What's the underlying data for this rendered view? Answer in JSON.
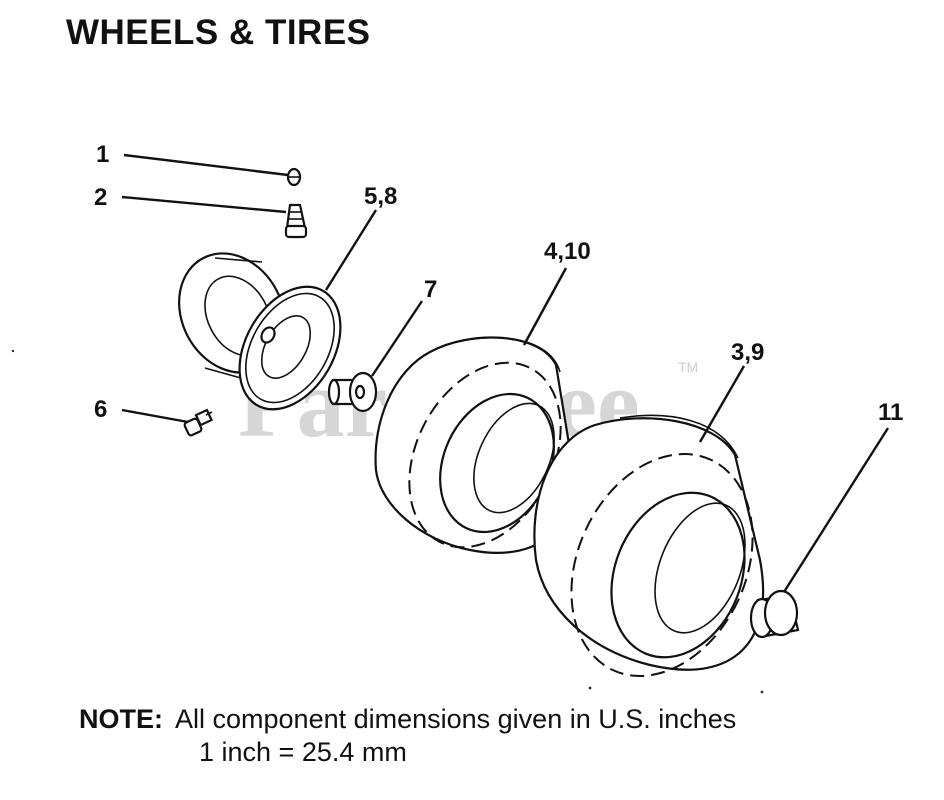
{
  "title": "WHEELS & TIRES",
  "watermark": "PartsTree",
  "watermark_mark": "TM",
  "callouts": {
    "c1": "1",
    "c2": "2",
    "c58": "5,8",
    "c7": "7",
    "c410": "4,10",
    "c39": "3,9",
    "c6": "6",
    "c11": "11"
  },
  "note": {
    "label": "NOTE:",
    "line1": "All component dimensions given in U.S. inches",
    "line2": "1 inch = 25.4 mm"
  }
}
